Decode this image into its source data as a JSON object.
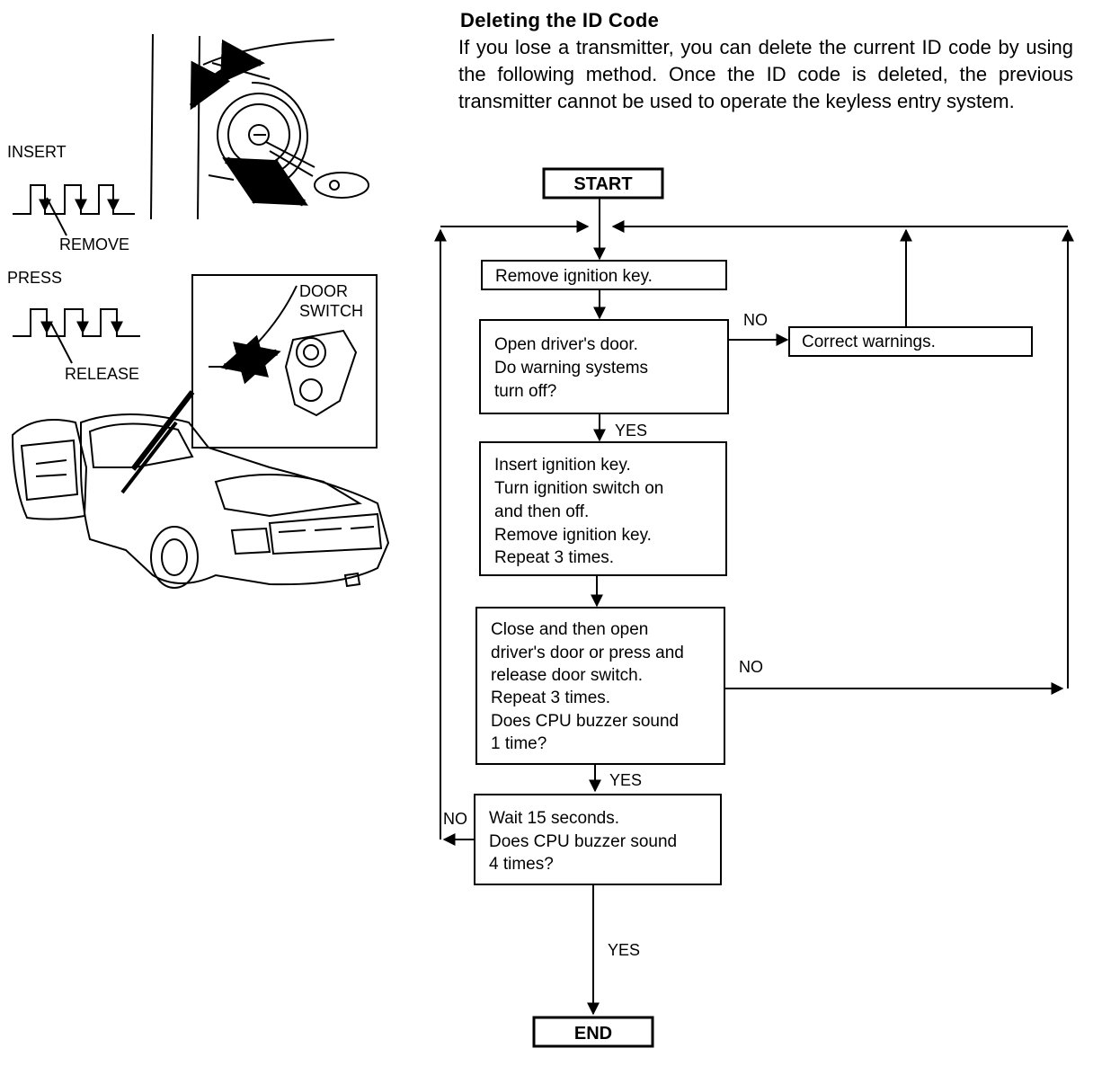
{
  "heading": {
    "title": "Deleting the ID Code",
    "intro": "If you lose a transmitter, you can delete the current ID code by using the following method. Once the ID code is deleted, the previous transmitter cannot be used to operate the keyless entry system."
  },
  "illustration": {
    "insert_label": "INSERT",
    "remove_label": "REMOVE",
    "press_label": "PRESS",
    "release_label": "RELEASE",
    "door_switch_line1": "DOOR",
    "door_switch_line2": "SWITCH"
  },
  "flowchart": {
    "start": "START",
    "end": "END",
    "step_remove_key": [
      "Remove ignition key."
    ],
    "step_open_door": [
      "Open driver's door.",
      "Do warning systems",
      "turn off?"
    ],
    "step_correct_warnings": [
      "Correct warnings."
    ],
    "step_insert_key": [
      "Insert ignition key.",
      "Turn ignition switch on",
      "and then off.",
      "Remove ignition key.",
      "Repeat 3 times."
    ],
    "step_close_open": [
      "Close and then open",
      "driver's door or press and",
      "release door switch.",
      "Repeat 3 times.",
      "Does CPU buzzer sound",
      "1 time?"
    ],
    "step_wait": [
      "Wait 15 seconds.",
      "Does CPU buzzer sound",
      "4 times?"
    ],
    "labels": {
      "no": "NO",
      "yes": "YES"
    }
  }
}
